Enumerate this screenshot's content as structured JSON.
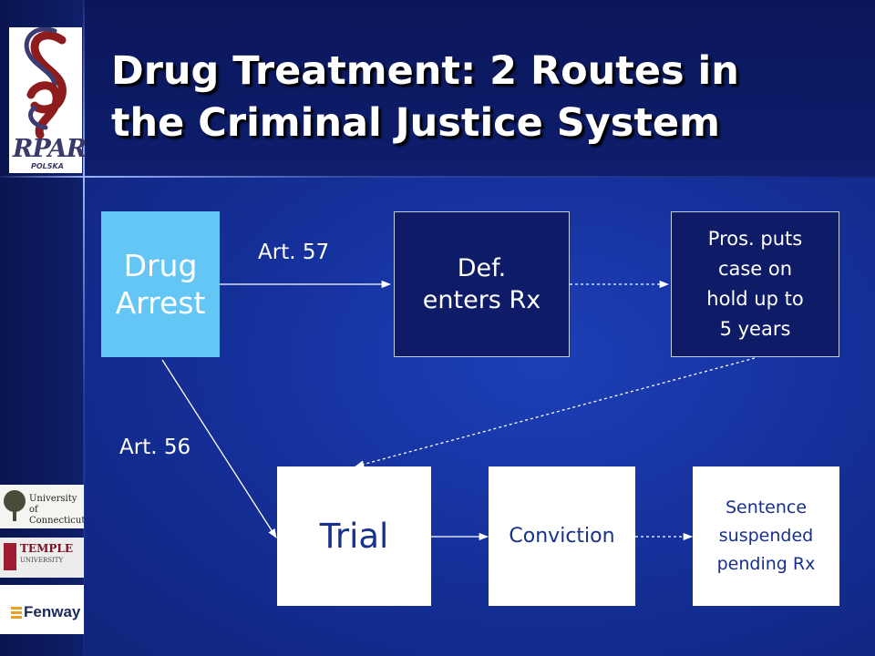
{
  "slide": {
    "title_line1": "Drug Treatment: 2 Routes in",
    "title_line2": "the Criminal Justice System"
  },
  "logos": {
    "rpar": {
      "name": "RPAR",
      "sub": "POLSKA"
    },
    "uconn": {
      "line1": "University of",
      "line2": "Connecticut"
    },
    "temple": {
      "line1": "TEMPLE",
      "line2": "UNIVERSITY"
    },
    "fenway": {
      "name": "Fenway"
    }
  },
  "diagram": {
    "nodes": {
      "drug_arrest": {
        "line1": "Drug",
        "line2": "Arrest"
      },
      "def_enters_rx": {
        "line1": "Def.",
        "line2": "enters Rx"
      },
      "pros_hold": {
        "line1": "Pros. puts",
        "line2": "case on",
        "line3": "hold up to",
        "line4": "5 years"
      },
      "trial": {
        "label": "Trial"
      },
      "conviction": {
        "label": "Conviction"
      },
      "sentence": {
        "line1": "Sentence",
        "line2": "suspended",
        "line3": "pending Rx"
      }
    },
    "edge_labels": {
      "art57": "Art. 57",
      "art56": "Art. 56"
    }
  },
  "colors": {
    "background": "#1a38a8",
    "arrest_box": "#63c6f5",
    "dark_box": "#0e1b66",
    "white_box_text": "#18308e"
  }
}
